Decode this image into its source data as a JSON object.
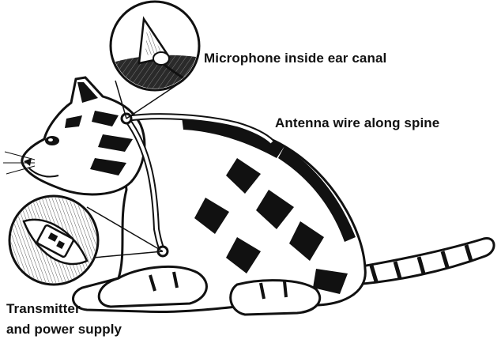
{
  "diagram": {
    "labels": {
      "microphone": "Microphone inside ear canal",
      "antenna": "Antenna wire along spine",
      "transmitter_line1": "Transmitter",
      "transmitter_line2": "and power supply"
    },
    "colors": {
      "ink": "#111111",
      "fur_light": "#ffffff",
      "wire": "#ffffff"
    }
  }
}
